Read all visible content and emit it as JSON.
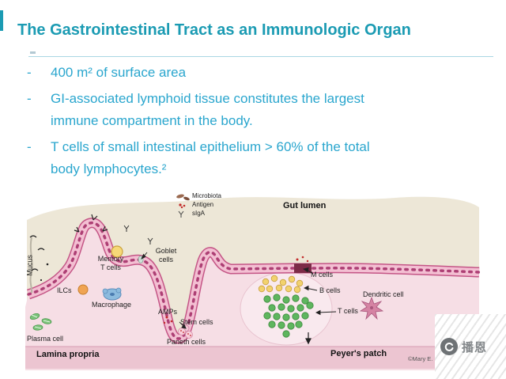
{
  "slide": {
    "title": "The Gastrointestinal Tract as an Immunologic Organ",
    "accent_color": "#1b9bb3",
    "bullet_color": "#2aa6ce",
    "bullet_marker": "-",
    "bullets": [
      {
        "lines": [
          "400 m² of surface area"
        ]
      },
      {
        "lines": [
          "GI-associated lymphoid tissue constitutes the largest",
          "immune compartment in the body."
        ]
      },
      {
        "lines": [
          "T cells of small intestinal epithelium > 60% of the total",
          "body lymphocytes.²"
        ]
      }
    ]
  },
  "diagram": {
    "legend": {
      "microbiota": "Microbiota",
      "antigen": "Antigen",
      "siga": "sIgA"
    },
    "labels": {
      "gut_lumen": "Gut lumen",
      "mucus": "Mucus",
      "memory_t_cells": "Memory\nT cells",
      "goblet_cells": "Goblet\ncells",
      "ilcs": "ILCs",
      "macrophage": "Macrophage",
      "amps": "AMPs",
      "stem_cells": "Stem cells",
      "paneth_cells": "Paneth cells",
      "plasma_cell": "Plasma cell",
      "m_cells": "M cells",
      "b_cells": "B cells",
      "t_cells": "T cells",
      "dendritic_cell": "Dendritic cell",
      "lamina_propria": "Lamina propria",
      "peyers_patch": "Peyer's patch",
      "credit": "©Mary E. Morgan"
    }
  },
  "watermark": {
    "text": "播恩"
  }
}
